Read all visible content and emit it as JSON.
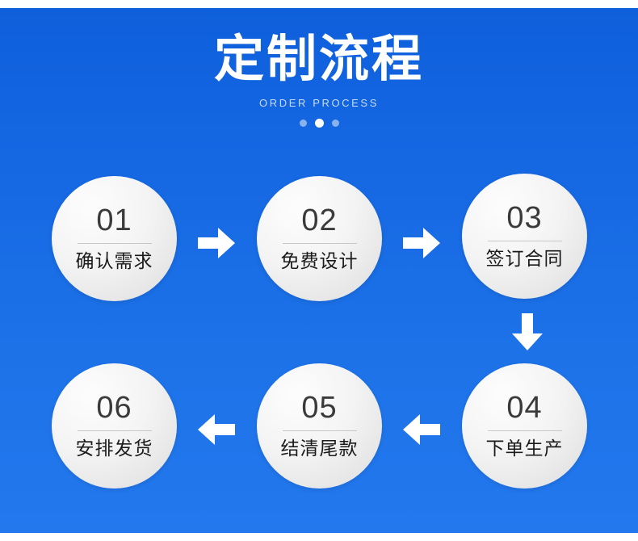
{
  "header": {
    "title": "定制流程",
    "subtitle": "ORDER PROCESS",
    "dots": [
      {
        "name": "dot-1",
        "active": false
      },
      {
        "name": "dot-2",
        "active": true
      },
      {
        "name": "dot-3",
        "active": false
      }
    ]
  },
  "flow": {
    "steps": [
      {
        "number": "01",
        "label": "确认需求"
      },
      {
        "number": "02",
        "label": "免费设计"
      },
      {
        "number": "03",
        "label": "签订合同"
      },
      {
        "number": "04",
        "label": "下单生产"
      },
      {
        "number": "05",
        "label": "结清尾款"
      },
      {
        "number": "06",
        "label": "安排发货"
      }
    ],
    "arrows": [
      {
        "name": "arrow-right-01-to-02",
        "direction": "right"
      },
      {
        "name": "arrow-right-02-to-03",
        "direction": "right"
      },
      {
        "name": "arrow-down-03-to-04",
        "direction": "down"
      },
      {
        "name": "arrow-left-04-to-05",
        "direction": "left"
      },
      {
        "name": "arrow-left-05-to-06",
        "direction": "left"
      }
    ]
  },
  "colors": {
    "background_blue_top": "#0f5fdc",
    "background_blue_bottom": "#2378ee",
    "title_white": "#ffffff",
    "subtitle_gray_blue": "#c9dcf7",
    "circle_light": "#fdfdfd",
    "circle_shade": "#dcdcdc",
    "number_gray": "#3a3a3a",
    "label_dark": "#1b1b1b",
    "arrow_white": "#ffffff"
  }
}
